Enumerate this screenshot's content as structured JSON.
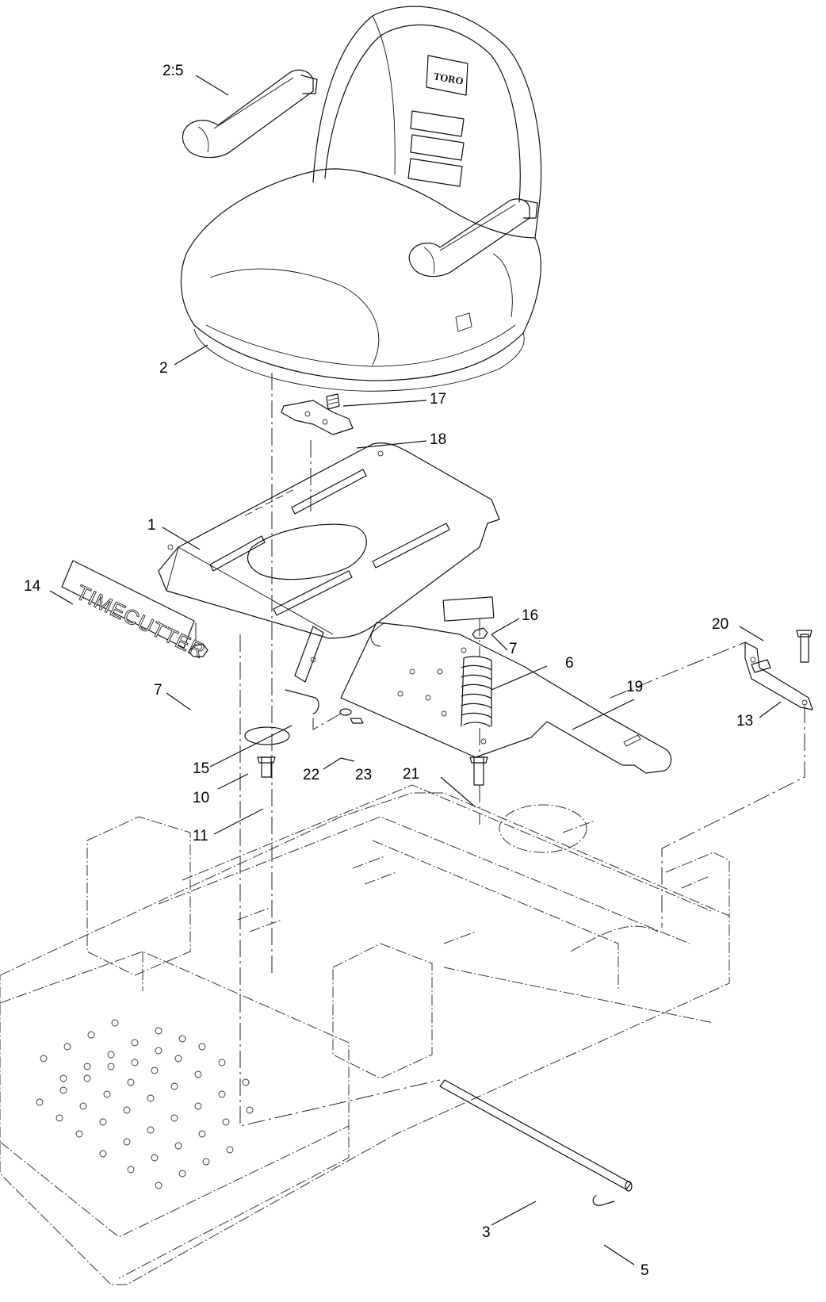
{
  "callouts": [
    {
      "id": "c-2-5",
      "text": "2:5"
    },
    {
      "id": "c-2",
      "text": "2"
    },
    {
      "id": "c-17",
      "text": "17"
    },
    {
      "id": "c-18",
      "text": "18"
    },
    {
      "id": "c-1",
      "text": "1"
    },
    {
      "id": "c-14",
      "text": "14"
    },
    {
      "id": "c-16",
      "text": "16"
    },
    {
      "id": "c-7a",
      "text": "7"
    },
    {
      "id": "c-20",
      "text": "20"
    },
    {
      "id": "c-6",
      "text": "6"
    },
    {
      "id": "c-19",
      "text": "19"
    },
    {
      "id": "c-13",
      "text": "13"
    },
    {
      "id": "c-7b",
      "text": "7"
    },
    {
      "id": "c-15",
      "text": "15"
    },
    {
      "id": "c-22",
      "text": "22"
    },
    {
      "id": "c-23",
      "text": "23"
    },
    {
      "id": "c-21",
      "text": "21"
    },
    {
      "id": "c-10",
      "text": "10"
    },
    {
      "id": "c-11",
      "text": "11"
    },
    {
      "id": "c-3",
      "text": "3"
    },
    {
      "id": "c-5",
      "text": "5"
    }
  ],
  "decal": {
    "text": "TIMECUTTER"
  },
  "seat_logo": {
    "text": "TORO"
  }
}
